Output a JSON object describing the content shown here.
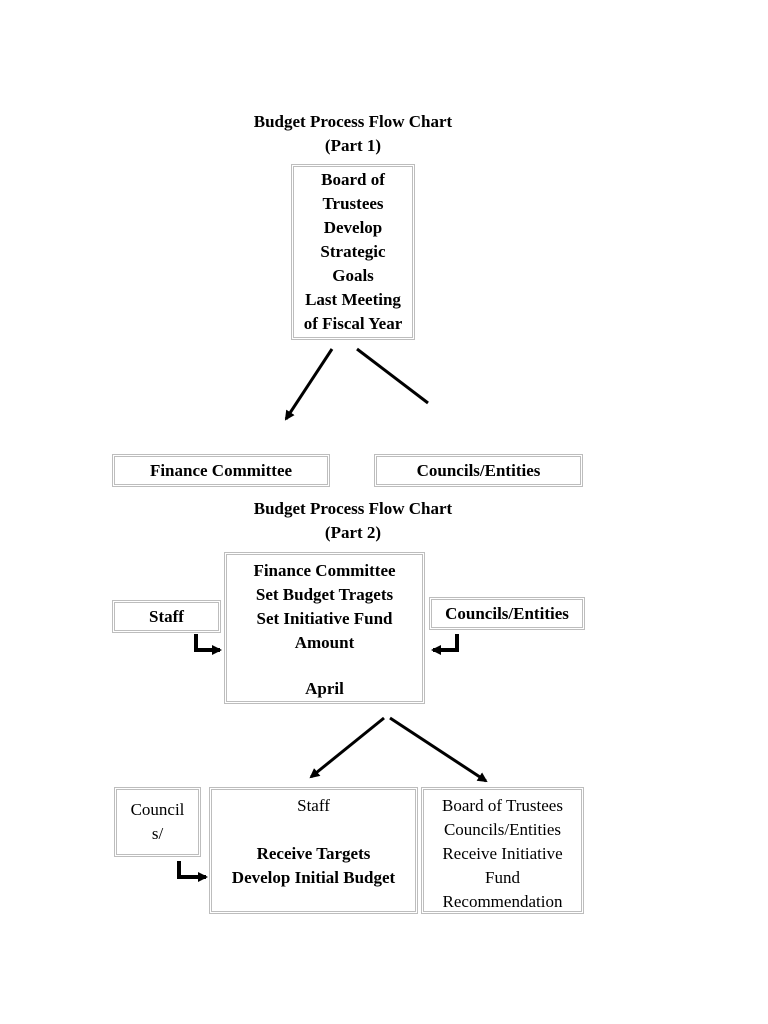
{
  "part1": {
    "title_line1": "Budget Process Flow Chart",
    "title_line2": "(Part 1)",
    "board_box": [
      "Board of",
      "Trustees",
      "Develop",
      "Strategic",
      "Goals",
      "Last Meeting",
      "of Fiscal Year"
    ],
    "finance_committee": "Finance Committee",
    "councils_entities": "Councils/Entities"
  },
  "part2": {
    "title_line1": "Budget Process Flow Chart",
    "title_line2": "(Part 2)",
    "center_box": [
      "Finance Committee",
      "Set Budget Tragets",
      "Set Initiative Fund",
      "Amount",
      "April"
    ],
    "staff_side": "Staff",
    "councils_side": "Councils/Entities",
    "councils_partial": [
      "Council",
      "s/"
    ],
    "staff_box": {
      "header": "Staff",
      "lines": [
        "Receive Targets",
        "Develop Initial Budget"
      ]
    },
    "board_box": [
      "Board of Trustees",
      "Councils/Entities",
      "Receive Initiative",
      "Fund",
      "Recommendation"
    ]
  }
}
